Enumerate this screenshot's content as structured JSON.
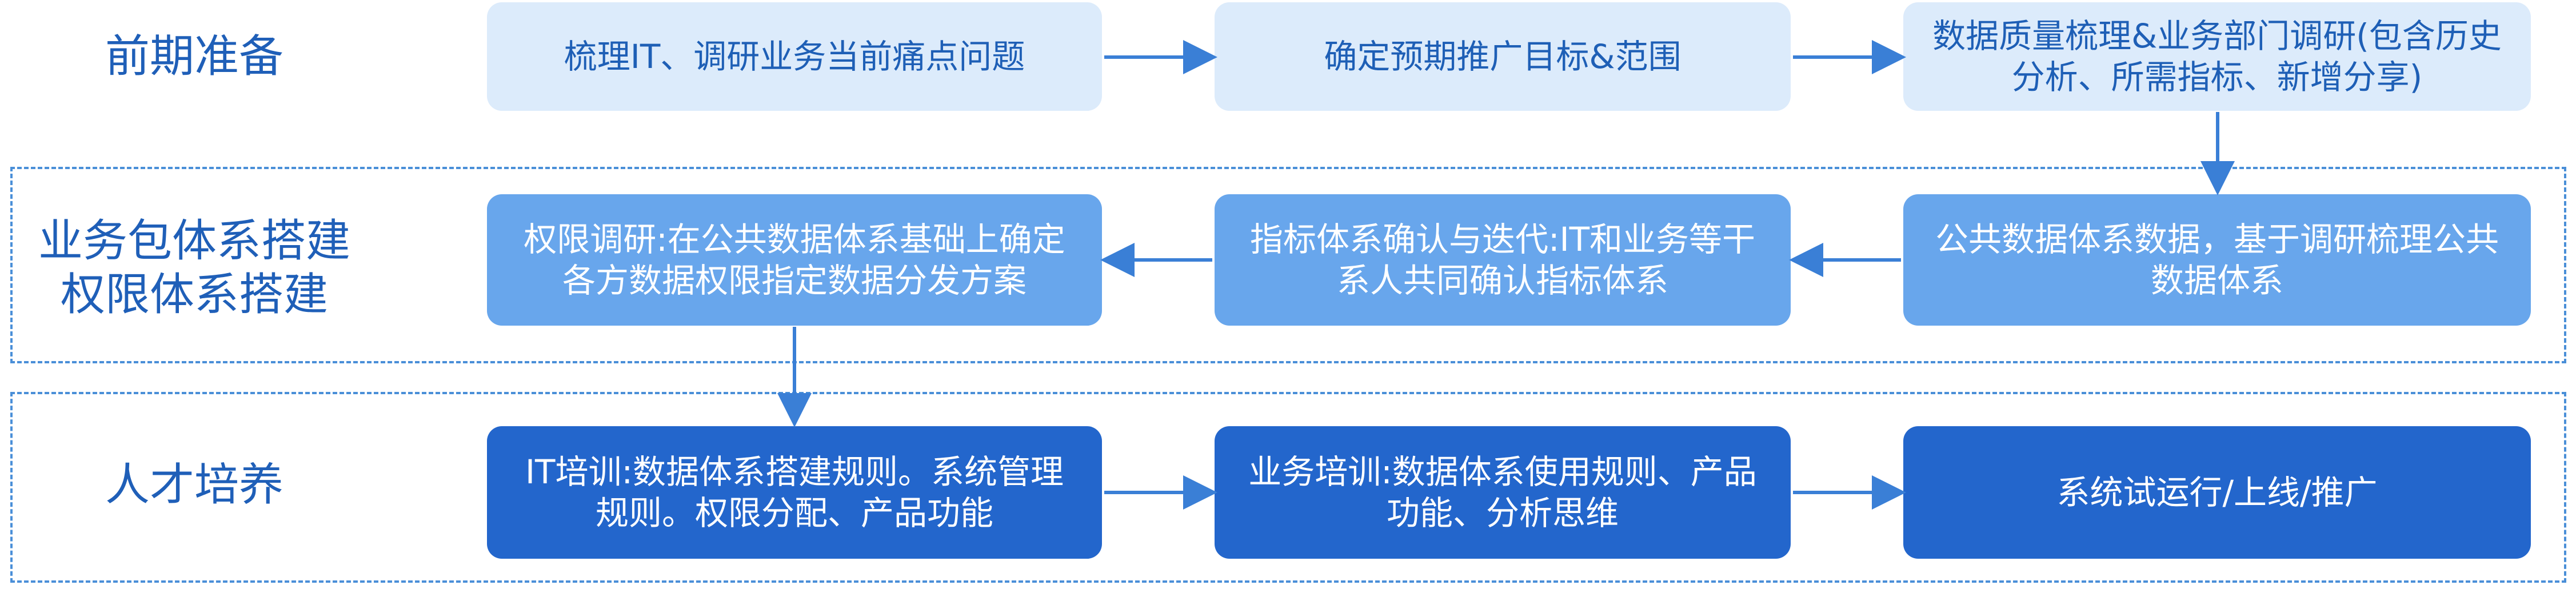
{
  "stages": {
    "prep": [
      "前期准备"
    ],
    "system": [
      "业务包体系搭建",
      "权限体系搭建"
    ],
    "talent": [
      "人才培养"
    ]
  },
  "row1": [
    "梳理IT、调研业务当前痛点问题",
    "确定预期推广目标&范围",
    "数据质量梳理&业务部门调研(包含历史分析、所需指标、新增分享)"
  ],
  "row2": [
    "权限调研:在公共数据体系基础上确定各方数据权限指定数据分发方案",
    "指标体系确认与迭代:IT和业务等干系人共同确认指标体系",
    "公共数据体系数据，基于调研梳理公共数据体系"
  ],
  "row3": [
    "IT培训:数据体系搭建规则。系统管理规则。权限分配、产品功能",
    "业务培训:数据体系使用规则、产品功能、分析思维",
    "系统试运行/上线/推广"
  ],
  "colors": {
    "light_box": "#dcebfb",
    "mid_box": "#68a6ec",
    "dark_box": "#2366cc",
    "arrow": "#3a7fd6",
    "label": "#1f5fb8"
  }
}
